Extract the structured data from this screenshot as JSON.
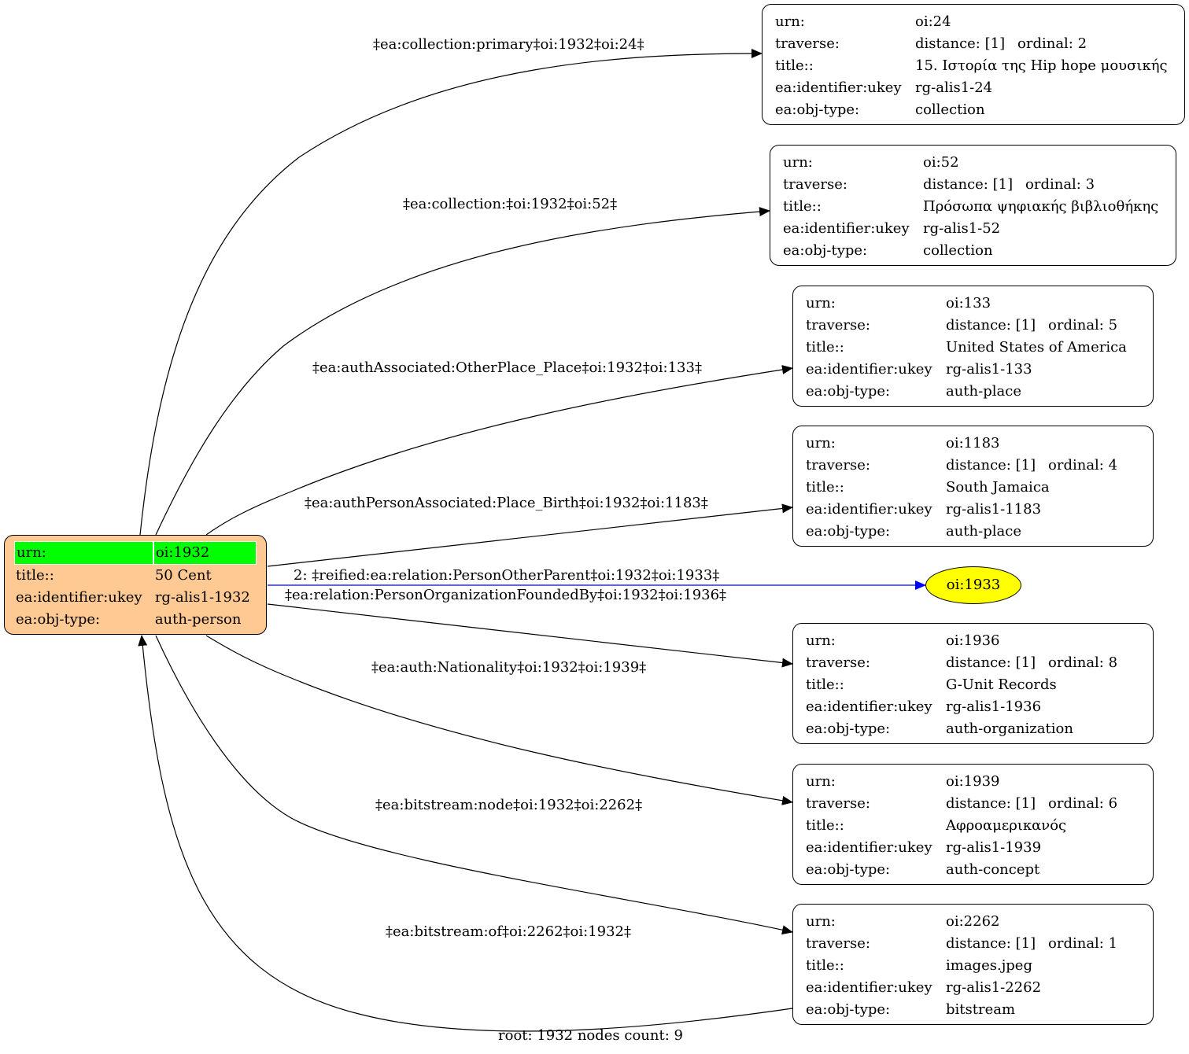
{
  "root": {
    "urn_label": "urn:",
    "urn_value": "oi:1932",
    "title_label": "title::",
    "title_value": "50 Cent",
    "ukey_label": "ea:identifier:ukey",
    "ukey_value": "rg-alis1-1932",
    "type_label": "ea:obj-type:",
    "type_value": "auth-person",
    "fill_color": "#ffc993",
    "highlight_color": "#00ff00"
  },
  "nodes": [
    {
      "id": "oi24",
      "urn_label": "urn:",
      "urn": "oi:24",
      "traverse_label": "traverse:",
      "distance": "distance: [1]",
      "ordinal": "ordinal: 2",
      "title_label": "title::",
      "title": "15. Ιστορία της Hip hope μουσικής",
      "ukey_label": "ea:identifier:ukey",
      "ukey": "rg-alis1-24",
      "type_label": "ea:obj-type:",
      "type": "collection"
    },
    {
      "id": "oi52",
      "urn_label": "urn:",
      "urn": "oi:52",
      "traverse_label": "traverse:",
      "distance": "distance: [1]",
      "ordinal": "ordinal: 3",
      "title_label": "title::",
      "title": "Πρόσωπα ψηφιακής βιβλιοθήκης",
      "ukey_label": "ea:identifier:ukey",
      "ukey": "rg-alis1-52",
      "type_label": "ea:obj-type:",
      "type": "collection"
    },
    {
      "id": "oi133",
      "urn_label": "urn:",
      "urn": "oi:133",
      "traverse_label": "traverse:",
      "distance": "distance: [1]",
      "ordinal": "ordinal: 5",
      "title_label": "title::",
      "title": "United States of America",
      "ukey_label": "ea:identifier:ukey",
      "ukey": "rg-alis1-133",
      "type_label": "ea:obj-type:",
      "type": "auth-place"
    },
    {
      "id": "oi1183",
      "urn_label": "urn:",
      "urn": "oi:1183",
      "traverse_label": "traverse:",
      "distance": "distance: [1]",
      "ordinal": "ordinal: 4",
      "title_label": "title::",
      "title": "South Jamaica",
      "ukey_label": "ea:identifier:ukey",
      "ukey": "rg-alis1-1183",
      "type_label": "ea:obj-type:",
      "type": "auth-place"
    },
    {
      "id": "oi1936",
      "urn_label": "urn:",
      "urn": "oi:1936",
      "traverse_label": "traverse:",
      "distance": "distance: [1]",
      "ordinal": "ordinal: 8",
      "title_label": "title::",
      "title": "G-Unit Records",
      "ukey_label": "ea:identifier:ukey",
      "ukey": "rg-alis1-1936",
      "type_label": "ea:obj-type:",
      "type": "auth-organization"
    },
    {
      "id": "oi1939",
      "urn_label": "urn:",
      "urn": "oi:1939",
      "traverse_label": "traverse:",
      "distance": "distance: [1]",
      "ordinal": "ordinal: 6",
      "title_label": "title::",
      "title": "Αφροαμερικανός",
      "ukey_label": "ea:identifier:ukey",
      "ukey": "rg-alis1-1939",
      "type_label": "ea:obj-type:",
      "type": "auth-concept"
    },
    {
      "id": "oi2262",
      "urn_label": "urn:",
      "urn": "oi:2262",
      "traverse_label": "traverse:",
      "distance": "distance: [1]",
      "ordinal": "ordinal: 1",
      "title_label": "title::",
      "title": "images.jpeg",
      "ukey_label": "ea:identifier:ukey",
      "ukey": "rg-alis1-2262",
      "type_label": "ea:obj-type:",
      "type": "bitstream"
    }
  ],
  "ellipse": {
    "label": "oi:1933",
    "fill_color": "#ffff00"
  },
  "edges": [
    {
      "label": "‡ea:collection:primary‡oi:1932‡oi:24‡"
    },
    {
      "label": "‡ea:collection:‡oi:1932‡oi:52‡"
    },
    {
      "label": "‡ea:authAssociated:OtherPlace_Place‡oi:1932‡oi:133‡"
    },
    {
      "label": "‡ea:authPersonAssociated:Place_Birth‡oi:1932‡oi:1183‡"
    },
    {
      "label": "2: ‡reified:ea:relation:PersonOtherParent‡oi:1932‡oi:1933‡",
      "color": "#0000ff"
    },
    {
      "label": "‡ea:relation:PersonOrganizationFoundedBy‡oi:1932‡oi:1936‡"
    },
    {
      "label": "‡ea:auth:Nationality‡oi:1932‡oi:1939‡"
    },
    {
      "label": "‡ea:bitstream:node‡oi:1932‡oi:2262‡"
    },
    {
      "label": "‡ea:bitstream:of‡oi:2262‡oi:1932‡"
    }
  ],
  "footer": "root: 1932 nodes count: 9"
}
